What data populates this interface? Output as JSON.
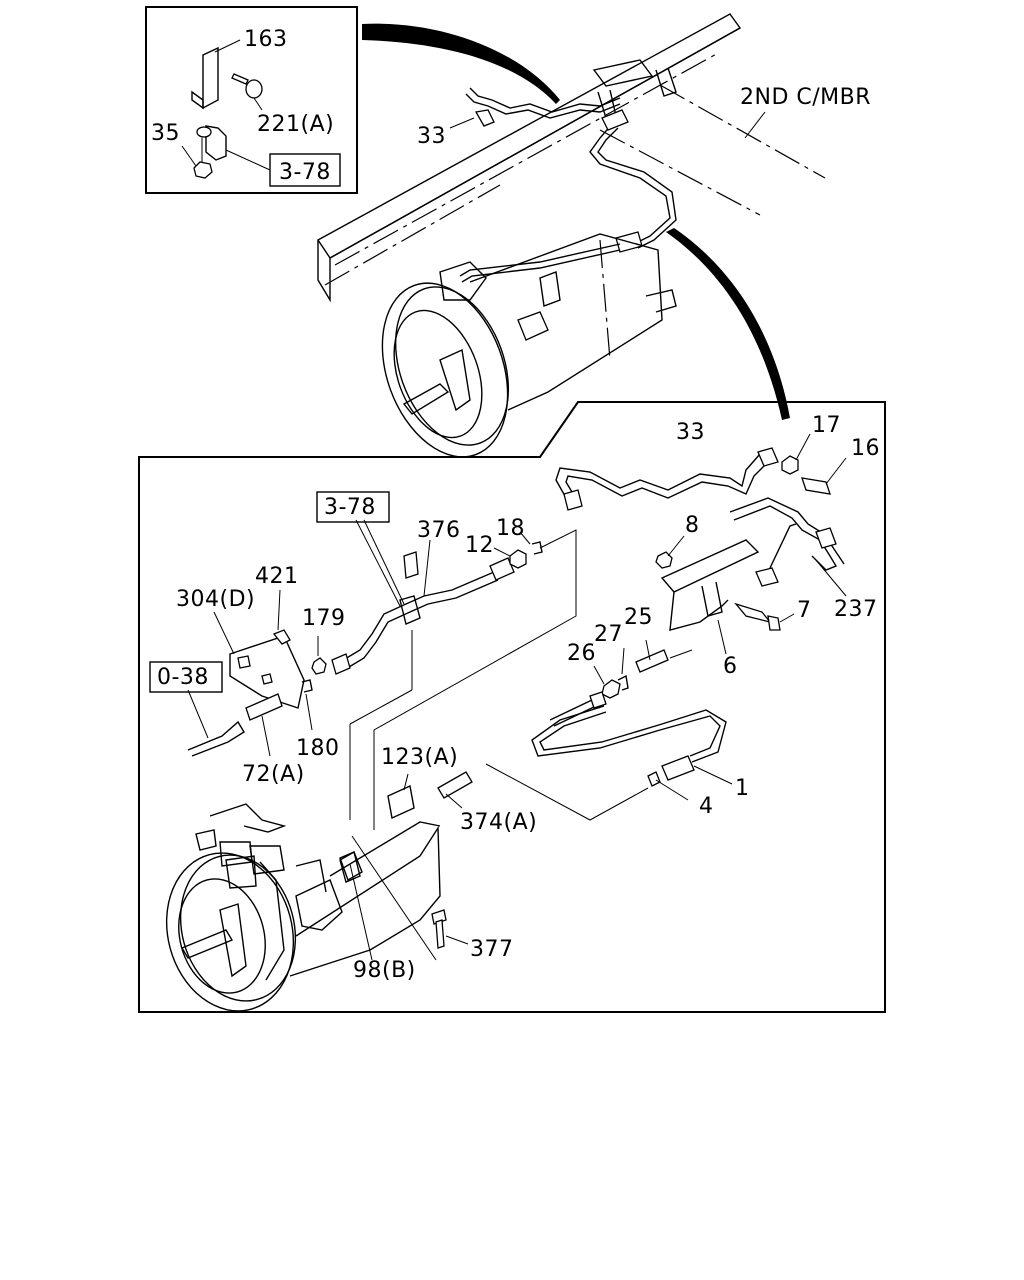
{
  "labels": {
    "p163": "163",
    "p221a_top": "221(A)",
    "p35": "35",
    "ref_3_78_top": "3-78",
    "p33_top": "33",
    "second_cmbr": "2ND C/MBR",
    "p33": "33",
    "p17": "17",
    "p16": "16",
    "p8": "8",
    "p237": "237",
    "p7": "7",
    "p25": "25",
    "p27": "27",
    "p26": "26",
    "p6": "6",
    "ref_3_78": "3-78",
    "p376": "376",
    "p18": "18",
    "p12": "12",
    "p421": "421",
    "p304d": "304(D)",
    "p179": "179",
    "ref_0_38": "0-38",
    "p180": "180",
    "p72a": "72(A)",
    "p123a": "123(A)",
    "p374a": "374(A)",
    "p1": "1",
    "p4": "4",
    "p377": "377",
    "p98b": "98(B)"
  }
}
